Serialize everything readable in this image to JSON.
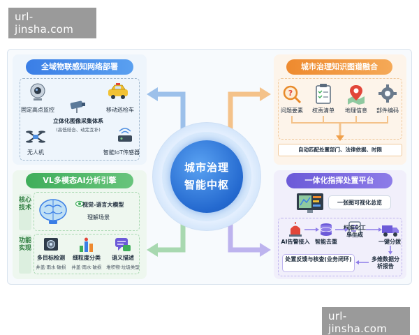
{
  "watermark": {
    "top": "url-jinsha.com",
    "bottom": "url-jinsha.com"
  },
  "hub": {
    "line1": "城市治理",
    "line2": "智能中枢"
  },
  "iot": {
    "title": "全域物联感知网络部署",
    "items": {
      "camera": "固定高点监控",
      "vehicle": "移动巡检车",
      "system": "立体化图像采集体系",
      "system_note": "(高低结合、动定互补)",
      "drone": "无人机",
      "sensor": "智能IoT传感器"
    }
  },
  "kg": {
    "title": "城市治理知识图谱融合",
    "items": [
      "问题要素",
      "权责清单",
      "地理信息",
      "部件编码"
    ],
    "result": "自动匹配处置部门、法律依据、时限"
  },
  "vl": {
    "title": "VL多模态AI分析引擎",
    "core_tag": "核心技术",
    "func_tag": "功能实现",
    "model": "视觉-语言大模型",
    "scene": "理解场景",
    "functions": [
      {
        "name": "多目标检测",
        "note": "井盖·雨水·破损"
      },
      {
        "name": "细粒度分类",
        "note": "井盖·雨水·破损"
      },
      {
        "name": "语义描述",
        "note": "堆积物·垃圾类型"
      }
    ]
  },
  "cmd": {
    "title": "一体化指挥处置平台",
    "map": "一张图可视化总览",
    "steps": [
      "AI告警接入",
      "智能去重",
      "标准化工单生成",
      "一键分拨"
    ],
    "feedback": "处置反馈与核查(业务闭环)",
    "report": "多维数据分析报告"
  },
  "colors": {
    "blue": "#3a7ee6",
    "green": "#3fae5a",
    "orange": "#ee8a2f",
    "purple": "#6c5ad8"
  }
}
